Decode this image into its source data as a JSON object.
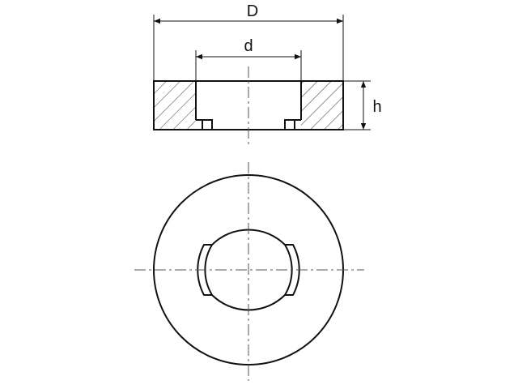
{
  "drawing": {
    "labels": {
      "outer_diameter": "D",
      "inner_diameter": "d",
      "height": "h"
    },
    "colors": {
      "line": "#111111",
      "centerline": "#555555",
      "hatch": "#333333",
      "background": "#ffffff"
    },
    "views": [
      "section-view",
      "top-view"
    ]
  }
}
